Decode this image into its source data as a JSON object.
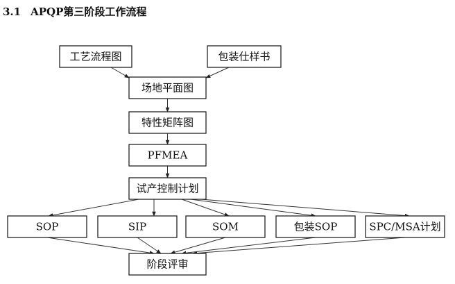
{
  "heading": {
    "number": "3.1",
    "title": "APQP第三阶段工作流程"
  },
  "diagram": {
    "nodes": {
      "process_flow": "工艺流程图",
      "packaging_spec": "包装仕样书",
      "site_layout": "场地平面图",
      "characteristics_matrix": "特性矩阵图",
      "pfmea": "PFMEA",
      "pilot_control_plan": "试产控制计划",
      "sop": "SOP",
      "sip": "SIP",
      "som": "SOM",
      "packaging_sop": "包装SOP",
      "spc_msa_plan": "SPC/MSA计划",
      "phase_review": "阶段评审"
    },
    "edges": [
      [
        "process_flow",
        "site_layout"
      ],
      [
        "packaging_spec",
        "site_layout"
      ],
      [
        "site_layout",
        "characteristics_matrix"
      ],
      [
        "characteristics_matrix",
        "pfmea"
      ],
      [
        "pfmea",
        "pilot_control_plan"
      ],
      [
        "pilot_control_plan",
        "sop"
      ],
      [
        "pilot_control_plan",
        "sip"
      ],
      [
        "pilot_control_plan",
        "som"
      ],
      [
        "pilot_control_plan",
        "packaging_sop"
      ],
      [
        "pilot_control_plan",
        "spc_msa_plan"
      ],
      [
        "sop",
        "phase_review"
      ],
      [
        "sip",
        "phase_review"
      ],
      [
        "som",
        "phase_review"
      ],
      [
        "packaging_sop",
        "phase_review"
      ],
      [
        "spc_msa_plan",
        "phase_review"
      ]
    ],
    "line_color": "#333333"
  }
}
